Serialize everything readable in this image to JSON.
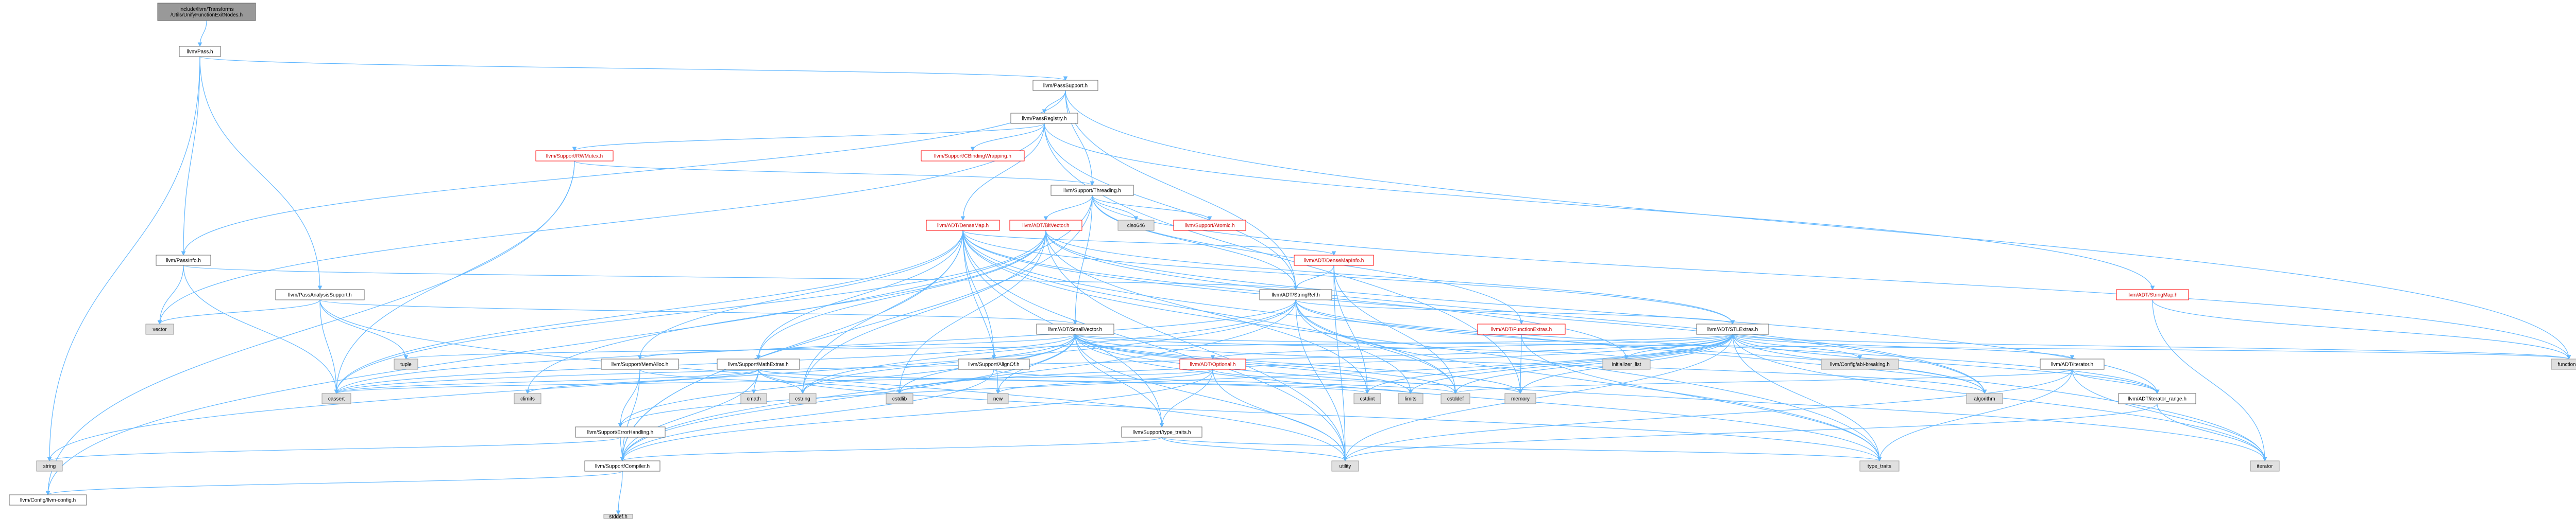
{
  "colors": {
    "edge": "#63b8ff",
    "root_fill": "#999999",
    "system_fill": "#e0e0e0",
    "red_border": "#ff0000"
  },
  "nodes": [
    {
      "id": "root",
      "label": "include/llvm/Transforms\n/Utils/UnifyFunctionExitNodes.h",
      "kind": "root"
    },
    {
      "id": "pass",
      "label": "llvm/Pass.h",
      "kind": "plain"
    },
    {
      "id": "passsupport",
      "label": "llvm/PassSupport.h",
      "kind": "plain"
    },
    {
      "id": "passregistry",
      "label": "llvm/PassRegistry.h",
      "kind": "plain"
    },
    {
      "id": "cbinding",
      "label": "llvm/Support/CBindingWrapping.h",
      "kind": "red"
    },
    {
      "id": "rwmutex",
      "label": "llvm/Support/RWMutex.h",
      "kind": "red"
    },
    {
      "id": "threading",
      "label": "llvm/Support/Threading.h",
      "kind": "plain"
    },
    {
      "id": "ciso646",
      "label": "ciso646",
      "kind": "sys"
    },
    {
      "id": "atomic",
      "label": "llvm/Support/Atomic.h",
      "kind": "red"
    },
    {
      "id": "densemap",
      "label": "llvm/ADT/DenseMap.h",
      "kind": "red"
    },
    {
      "id": "bitvector",
      "label": "llvm/ADT/BitVector.h",
      "kind": "red"
    },
    {
      "id": "densemapinfo",
      "label": "llvm/ADT/DenseMapInfo.h",
      "kind": "red"
    },
    {
      "id": "passinfo",
      "label": "llvm/PassInfo.h",
      "kind": "plain"
    },
    {
      "id": "passanalysis",
      "label": "llvm/PassAnalysisSupport.h",
      "kind": "plain"
    },
    {
      "id": "stringref",
      "label": "llvm/ADT/StringRef.h",
      "kind": "plain"
    },
    {
      "id": "stringmap",
      "label": "llvm/ADT/StringMap.h",
      "kind": "red"
    },
    {
      "id": "functional",
      "label": "functional",
      "kind": "sys"
    },
    {
      "id": "vector",
      "label": "vector",
      "kind": "sys"
    },
    {
      "id": "smallvector",
      "label": "llvm/ADT/SmallVector.h",
      "kind": "plain"
    },
    {
      "id": "functionextras",
      "label": "llvm/ADT/FunctionExtras.h",
      "kind": "red"
    },
    {
      "id": "stlextras",
      "label": "llvm/ADT/STLExtras.h",
      "kind": "plain"
    },
    {
      "id": "tuple",
      "label": "tuple",
      "kind": "sys"
    },
    {
      "id": "memalloc",
      "label": "llvm/Support/MemAlloc.h",
      "kind": "plain"
    },
    {
      "id": "mathextras",
      "label": "llvm/Support/MathExtras.h",
      "kind": "plain"
    },
    {
      "id": "alignof",
      "label": "llvm/Support/AlignOf.h",
      "kind": "plain"
    },
    {
      "id": "optional",
      "label": "llvm/ADT/Optional.h",
      "kind": "red"
    },
    {
      "id": "initlist",
      "label": "initializer_list",
      "kind": "sys"
    },
    {
      "id": "config_ab",
      "label": "llvm/Config/abi-breaking.h",
      "kind": "sys"
    },
    {
      "id": "adtiterator",
      "label": "llvm/ADT/iterator.h",
      "kind": "plain"
    },
    {
      "id": "cassert",
      "label": "cassert",
      "kind": "sys"
    },
    {
      "id": "climits",
      "label": "climits",
      "kind": "sys"
    },
    {
      "id": "cmath",
      "label": "cmath",
      "kind": "sys"
    },
    {
      "id": "cstring",
      "label": "cstring",
      "kind": "sys"
    },
    {
      "id": "cstdlib",
      "label": "cstdlib",
      "kind": "sys"
    },
    {
      "id": "new",
      "label": "new",
      "kind": "sys"
    },
    {
      "id": "cstdint",
      "label": "cstdint",
      "kind": "sys"
    },
    {
      "id": "limits",
      "label": "limits",
      "kind": "sys"
    },
    {
      "id": "cstddef",
      "label": "cstddef",
      "kind": "sys"
    },
    {
      "id": "memory",
      "label": "memory",
      "kind": "sys"
    },
    {
      "id": "algorithm",
      "label": "algorithm",
      "kind": "sys"
    },
    {
      "id": "iterrange",
      "label": "llvm/ADT/iterator_range.h",
      "kind": "plain"
    },
    {
      "id": "errorhandling",
      "label": "llvm/Support/ErrorHandling.h",
      "kind": "plain"
    },
    {
      "id": "typetraits",
      "label": "llvm/Support/type_traits.h",
      "kind": "plain"
    },
    {
      "id": "string",
      "label": "string",
      "kind": "sys"
    },
    {
      "id": "compiler",
      "label": "llvm/Support/Compiler.h",
      "kind": "plain"
    },
    {
      "id": "utility",
      "label": "utility",
      "kind": "sys"
    },
    {
      "id": "type_traits",
      "label": "type_traits",
      "kind": "sys"
    },
    {
      "id": "iterator",
      "label": "iterator",
      "kind": "sys"
    },
    {
      "id": "llvmconfig",
      "label": "llvm/Config/llvm-config.h",
      "kind": "plain"
    },
    {
      "id": "stddef",
      "label": "stddef.h",
      "kind": "sys"
    }
  ],
  "edges": [
    [
      "root",
      "pass"
    ],
    [
      "pass",
      "passsupport"
    ],
    [
      "pass",
      "passinfo"
    ],
    [
      "pass",
      "passanalysis"
    ],
    [
      "pass",
      "string"
    ],
    [
      "passsupport",
      "passregistry"
    ],
    [
      "passsupport",
      "threading"
    ],
    [
      "passsupport",
      "stringref"
    ],
    [
      "passsupport",
      "passinfo"
    ],
    [
      "passsupport",
      "functional"
    ],
    [
      "passregistry",
      "cbinding"
    ],
    [
      "passregistry",
      "rwmutex"
    ],
    [
      "passregistry",
      "densemap"
    ],
    [
      "passregistry",
      "stringmap"
    ],
    [
      "passregistry",
      "stringref"
    ],
    [
      "passregistry",
      "vector"
    ],
    [
      "passregistry",
      "memory"
    ],
    [
      "rwmutex",
      "threading"
    ],
    [
      "rwmutex",
      "llvmconfig"
    ],
    [
      "rwmutex",
      "cassert"
    ],
    [
      "threading",
      "ciso646"
    ],
    [
      "threading",
      "atomic"
    ],
    [
      "threading",
      "bitvector"
    ],
    [
      "threading",
      "smallvector"
    ],
    [
      "threading",
      "functionextras"
    ],
    [
      "threading",
      "stringref"
    ],
    [
      "threading",
      "llvmconfig"
    ],
    [
      "threading",
      "compiler"
    ],
    [
      "threading",
      "functional"
    ],
    [
      "densemap",
      "densemapinfo"
    ],
    [
      "densemap",
      "stlextras"
    ],
    [
      "densemap",
      "alignof"
    ],
    [
      "densemap",
      "compiler"
    ],
    [
      "densemap",
      "mathextras"
    ],
    [
      "densemap",
      "memalloc"
    ],
    [
      "densemap",
      "typetraits"
    ],
    [
      "densemap",
      "algorithm"
    ],
    [
      "densemap",
      "cassert"
    ],
    [
      "densemap",
      "cstddef"
    ],
    [
      "densemap",
      "cstring"
    ],
    [
      "densemap",
      "initlist"
    ],
    [
      "densemap",
      "iterator"
    ],
    [
      "densemap",
      "new"
    ],
    [
      "densemap",
      "type_traits"
    ],
    [
      "densemap",
      "utility"
    ],
    [
      "bitvector",
      "stlextras"
    ],
    [
      "bitvector",
      "iterrange"
    ],
    [
      "bitvector",
      "mathextras"
    ],
    [
      "bitvector",
      "algorithm"
    ],
    [
      "bitvector",
      "cassert"
    ],
    [
      "bitvector",
      "climits"
    ],
    [
      "bitvector",
      "cstdint"
    ],
    [
      "bitvector",
      "cstdlib"
    ],
    [
      "bitvector",
      "cstring"
    ],
    [
      "bitvector",
      "utility"
    ],
    [
      "densemapinfo",
      "stringref"
    ],
    [
      "densemapinfo",
      "cstddef"
    ],
    [
      "densemapinfo",
      "cstdint"
    ],
    [
      "densemapinfo",
      "utility"
    ],
    [
      "passinfo",
      "stringref"
    ],
    [
      "passinfo",
      "cassert"
    ],
    [
      "passinfo",
      "vector"
    ],
    [
      "passanalysis",
      "smallvector"
    ],
    [
      "passanalysis",
      "cassert"
    ],
    [
      "passanalysis",
      "tuple"
    ],
    [
      "passanalysis",
      "utility"
    ],
    [
      "passanalysis",
      "vector"
    ],
    [
      "stringref",
      "stlextras"
    ],
    [
      "stringref",
      "compiler"
    ],
    [
      "stringref",
      "algorithm"
    ],
    [
      "stringref",
      "cassert"
    ],
    [
      "stringref",
      "cstddef"
    ],
    [
      "stringref",
      "cstring"
    ],
    [
      "stringref",
      "limits"
    ],
    [
      "stringref",
      "string"
    ],
    [
      "stringref",
      "type_traits"
    ],
    [
      "stringref",
      "utility"
    ],
    [
      "stringref",
      "iterrange"
    ],
    [
      "stringmap",
      "functional"
    ],
    [
      "stringmap",
      "iterator"
    ],
    [
      "smallvector",
      "compiler"
    ],
    [
      "smallvector",
      "errorhandling"
    ],
    [
      "smallvector",
      "memalloc"
    ],
    [
      "smallvector",
      "typetraits"
    ],
    [
      "smallvector",
      "algorithm"
    ],
    [
      "smallvector",
      "cassert"
    ],
    [
      "smallvector",
      "cstddef"
    ],
    [
      "smallvector",
      "cstdlib"
    ],
    [
      "smallvector",
      "cstring"
    ],
    [
      "smallvector",
      "functional"
    ],
    [
      "smallvector",
      "initlist"
    ],
    [
      "smallvector",
      "iterator"
    ],
    [
      "smallvector",
      "limits"
    ],
    [
      "smallvector",
      "memory"
    ],
    [
      "smallvector",
      "new"
    ],
    [
      "smallvector",
      "type_traits"
    ],
    [
      "smallvector",
      "utility"
    ],
    [
      "functionextras",
      "memory"
    ],
    [
      "functionextras",
      "type_traits"
    ],
    [
      "stlextras",
      "optional"
    ],
    [
      "stlextras",
      "iterrange"
    ],
    [
      "stlextras",
      "adtiterator"
    ],
    [
      "stlextras",
      "config_ab"
    ],
    [
      "stlextras",
      "errorhandling"
    ],
    [
      "stlextras",
      "algorithm"
    ],
    [
      "stlextras",
      "cassert"
    ],
    [
      "stlextras",
      "cstddef"
    ],
    [
      "stlextras",
      "cstdint"
    ],
    [
      "stlextras",
      "cstdlib"
    ],
    [
      "stlextras",
      "functional"
    ],
    [
      "stlextras",
      "initlist"
    ],
    [
      "stlextras",
      "iterator"
    ],
    [
      "stlextras",
      "limits"
    ],
    [
      "stlextras",
      "memory"
    ],
    [
      "stlextras",
      "tuple"
    ],
    [
      "stlextras",
      "type_traits"
    ],
    [
      "stlextras",
      "utility"
    ],
    [
      "memalloc",
      "compiler"
    ],
    [
      "memalloc",
      "errorhandling"
    ],
    [
      "memalloc",
      "cstdlib"
    ],
    [
      "mathextras",
      "compiler"
    ],
    [
      "mathextras",
      "cassert"
    ],
    [
      "mathextras",
      "climits"
    ],
    [
      "mathextras",
      "cmath"
    ],
    [
      "mathextras",
      "cstdint"
    ],
    [
      "mathextras",
      "cstring"
    ],
    [
      "mathextras",
      "limits"
    ],
    [
      "mathextras",
      "type_traits"
    ],
    [
      "alignof",
      "compiler"
    ],
    [
      "alignof",
      "cstddef"
    ],
    [
      "optional",
      "compiler"
    ],
    [
      "optional",
      "typetraits"
    ],
    [
      "optional",
      "cassert"
    ],
    [
      "optional",
      "memory"
    ],
    [
      "optional",
      "new"
    ],
    [
      "optional",
      "utility"
    ],
    [
      "adtiterator",
      "iterrange"
    ],
    [
      "adtiterator",
      "cstddef"
    ],
    [
      "adtiterator",
      "iterator"
    ],
    [
      "adtiterator",
      "type_traits"
    ],
    [
      "adtiterator",
      "utility"
    ],
    [
      "iterrange",
      "iterator"
    ],
    [
      "iterrange",
      "utility"
    ],
    [
      "errorhandling",
      "compiler"
    ],
    [
      "errorhandling",
      "string"
    ],
    [
      "typetraits",
      "compiler"
    ],
    [
      "typetraits",
      "type_traits"
    ],
    [
      "typetraits",
      "utility"
    ],
    [
      "compiler",
      "llvmconfig"
    ],
    [
      "compiler",
      "stddef"
    ]
  ]
}
